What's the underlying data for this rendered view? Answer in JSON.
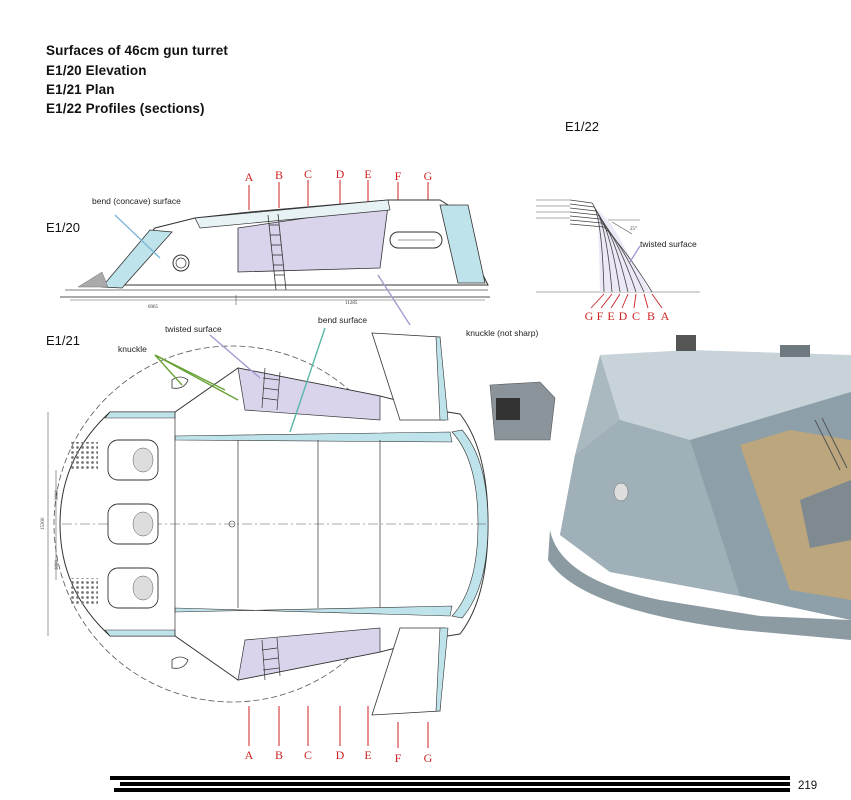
{
  "header": {
    "line1": "Surfaces of 46cm gun turret",
    "line2": "E1/20 Elevation",
    "line3": "E1/21 Plan",
    "line4": "E1/22 Profiles (sections)"
  },
  "figures": {
    "e120": "E1/20",
    "e121": "E1/21",
    "e122": "E1/22"
  },
  "annotations": {
    "bend_concave": "bend (concave) surface",
    "twisted_surface_plan": "twisted surface",
    "knuckle": "knuckle",
    "bend_surface": "bend surface",
    "knuckle_not_sharp": "knuckle (not sharp)",
    "twisted_surface_profile": "twisted surface",
    "angle": "25°"
  },
  "dimensions": {
    "elev_left": "6965",
    "elev_right": "11285",
    "plan_total": "15300",
    "plan_upper": "3000",
    "plan_lower": "3000"
  },
  "sections_top": [
    "A",
    "B",
    "C",
    "D",
    "E",
    "F",
    "G"
  ],
  "sections_bottom": [
    "A",
    "B",
    "C",
    "D",
    "E",
    "F",
    "G"
  ],
  "profile_letters": [
    "G",
    "F",
    "E",
    "D",
    "C",
    "B",
    "A"
  ],
  "page_number": "219"
}
